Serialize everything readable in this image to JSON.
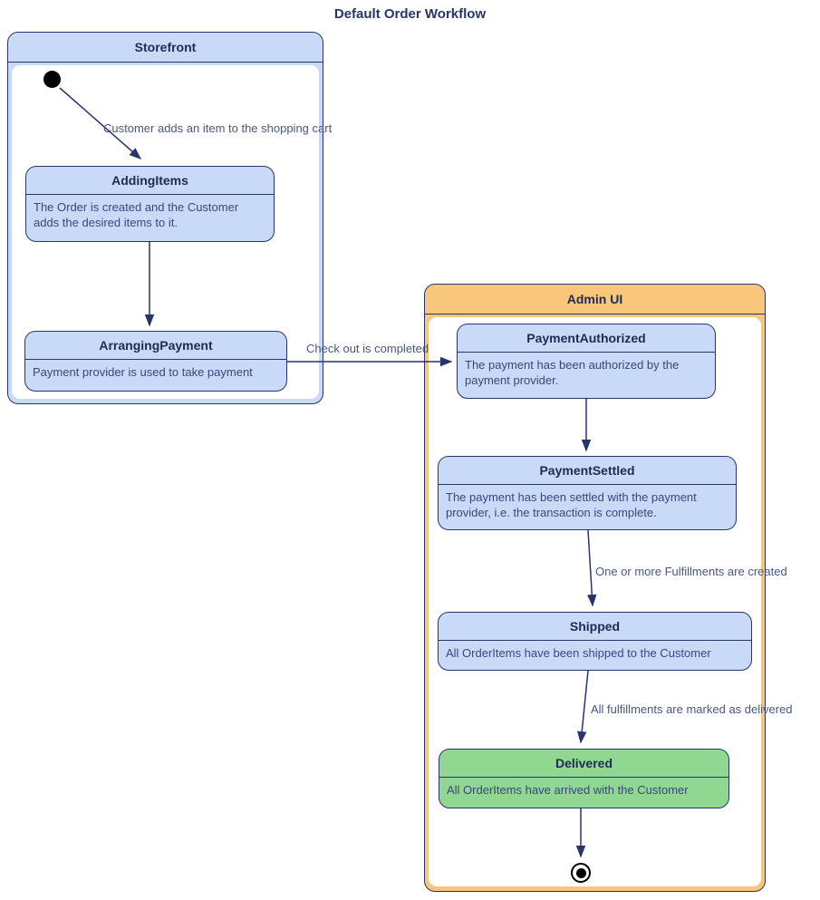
{
  "title": "Default Order Workflow",
  "colors": {
    "accent_navy": "#27356a",
    "title_navy": "#1e2b52",
    "text_navy": "#3a477a",
    "label_navy": "#4a567f",
    "state_fill_blue": "#c9d9f8",
    "header_orange": "#f8c77b",
    "delivered_green": "#90d792"
  },
  "containers": {
    "storefront": {
      "label": "Storefront"
    },
    "admin": {
      "label": "Admin UI"
    }
  },
  "states": {
    "adding_items": {
      "title": "AddingItems",
      "description": "The Order is created and the Customer adds the desired items to it."
    },
    "arranging_payment": {
      "title": "ArrangingPayment",
      "description": "Payment provider is used to take payment"
    },
    "payment_authorized": {
      "title": "PaymentAuthorized",
      "description": "The payment has been authorized by the payment provider."
    },
    "payment_settled": {
      "title": "PaymentSettled",
      "description": "The payment has been settled with the payment provider, i.e. the transaction is complete."
    },
    "shipped": {
      "title": "Shipped",
      "description": "All OrderItems have been shipped to the Customer"
    },
    "delivered": {
      "title": "Delivered",
      "description": "All OrderItems have arrived with the Customer"
    }
  },
  "transitions": {
    "add_item": "Customer adds an item to the shopping cart",
    "checkout": "Check out is completed",
    "fulfillments_created": "One or more Fulfillments are created",
    "fulfillments_delivered": "All fulfillments are marked as delivered"
  }
}
